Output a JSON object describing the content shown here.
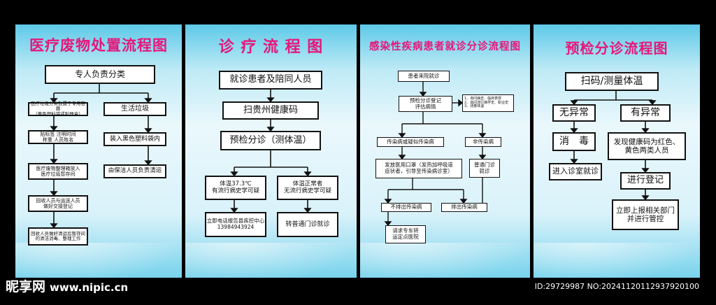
{
  "panel1": {
    "title": "医疗废物处置流程图",
    "top": "专人负责分类",
    "left": [
      "医疗垃圾分类放置于专用容器\n（黄色塑料袋或利器盒）",
      "贴标签   注明时间\n称重   人员姓名",
      "医疗废物整理箱放入\n医疗垃圾暂存间",
      "回收人员与运送人员\n做好交接登记",
      "回收人员做好清运后暂存间\n的清洁消毒、整理工作"
    ],
    "right": [
      "生活垃圾",
      "装入黑色塑料袋内",
      "由保洁人员负责清运"
    ]
  },
  "panel2": {
    "title": "诊 疗 流 程 图",
    "steps": [
      "就诊患者及陪同人员",
      "扫贵州健康码",
      "预检分诊（测体温）"
    ],
    "left": [
      "体温37.3℃\n有流行病史学可疑",
      "立即电话报告县疾控中心\n13984943924"
    ],
    "right": [
      "体温正常者\n无流行病史学可疑",
      "转普通门诊就诊"
    ]
  },
  "panel3": {
    "title": "感染性疾病患者就诊分诊流程图",
    "start": "患者来院就诊",
    "triage": "预检分诊登记\n评估病情",
    "note": "1、询问病史、临床表现\n2、询问流行病学史、职业史\n3、测量体温",
    "infect": "传染病或疑似传染病",
    "noninfect": "非传染病",
    "isolate": "发放医用口罩（发热加呼吸道\n症状者，引导至传染病诊室）",
    "general": "普通门诊\n就诊",
    "notexcl": "不排出传染病",
    "excl": "排出传染病",
    "transfer": "请求专车转\n运定点医院"
  },
  "panel4": {
    "title": "预检分诊流程图",
    "top": "扫码/测量体温",
    "left": [
      "无异常",
      "消　毒",
      "进入诊室就诊"
    ],
    "right": [
      "有异常",
      "发现健康码为红色、\n黄色两类人员",
      "进行登记",
      "立即上报相关部门\n并进行管控"
    ]
  },
  "footer": {
    "logo": "昵享网",
    "url": "www.nipic.cn",
    "id": "ID:29729987 NO:20241120112937920100"
  }
}
